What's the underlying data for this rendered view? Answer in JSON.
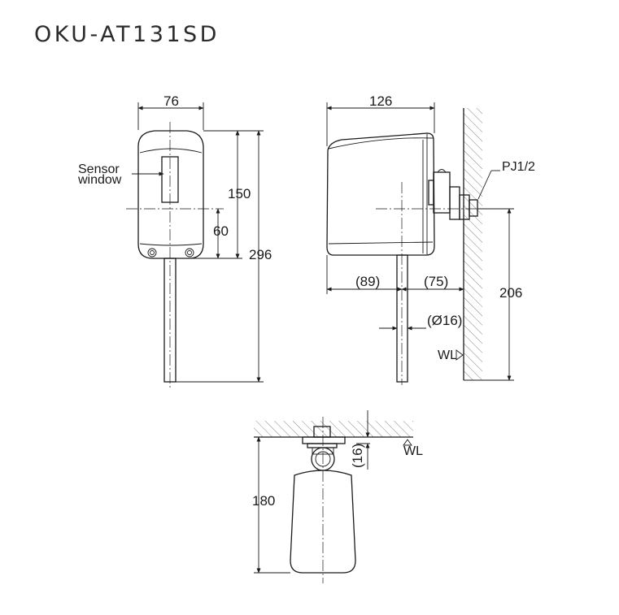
{
  "title": "OKU-AT131SD",
  "front_view": {
    "width_label": "76",
    "sensor_label_line1": "Sensor",
    "sensor_label_line2": "window",
    "height_label": "150",
    "sensor_height_label": "60",
    "total_height_label": "296"
  },
  "side_view": {
    "depth_label": "126",
    "connection_label": "PJ1/2",
    "front_offset_label": "(89)",
    "wall_offset_label": "(75)",
    "pipe_diameter_label": "(Ø16)",
    "water_level_label": "WL",
    "height_label": "206"
  },
  "top_view": {
    "wl_offset_label": "(16)",
    "water_level_label": "WL",
    "length_label": "180"
  }
}
